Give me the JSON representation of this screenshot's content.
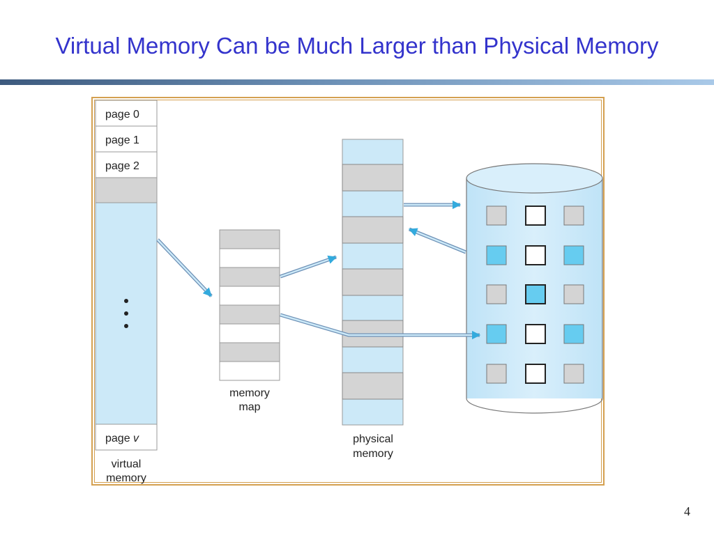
{
  "slide": {
    "title": "Virtual Memory Can be Much Larger than Physical Memory",
    "page_number": "4"
  },
  "virtual_memory": {
    "pages": [
      "page 0",
      "page 1",
      "page 2"
    ],
    "last_page_prefix": "page ",
    "last_page_var": "v",
    "label_line1": "virtual",
    "label_line2": "memory"
  },
  "memory_map": {
    "label_line1": "memory",
    "label_line2": "map"
  },
  "physical_memory": {
    "label_line1": "physical",
    "label_line2": "memory"
  },
  "colors": {
    "title": "#3333cc",
    "frame": "#d4a050",
    "light_blue": "#cce9f8",
    "gray_block": "#d4d4d4",
    "blue_square": "#66ccf0",
    "arrow": "#33aadd"
  }
}
